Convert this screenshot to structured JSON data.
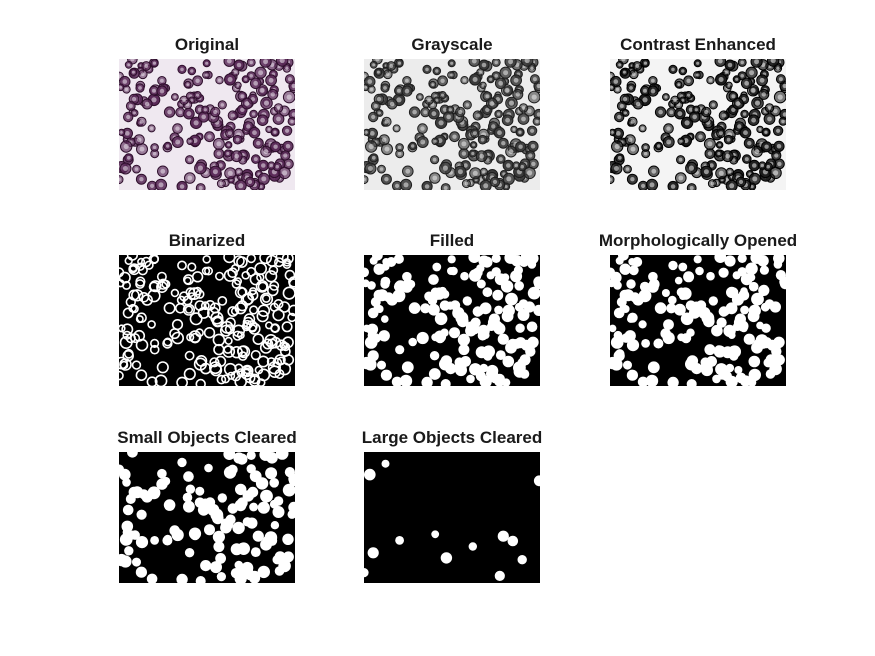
{
  "figure": {
    "panels": [
      {
        "title": "Original",
        "style": "purple-cells"
      },
      {
        "title": "Grayscale",
        "style": "gray-cells"
      },
      {
        "title": "Contrast Enhanced",
        "style": "contrast-cells"
      },
      {
        "title": "Binarized",
        "style": "binary-rings"
      },
      {
        "title": "Filled",
        "style": "binary-filled"
      },
      {
        "title": "Morphologically Opened",
        "style": "binary-opened"
      },
      {
        "title": "Small Objects Cleared",
        "style": "binary-small-cleared"
      },
      {
        "title": "Large Objects Cleared",
        "style": "binary-large-cleared"
      }
    ]
  },
  "colors": {
    "background": "#ffffff",
    "title_text": "#1a1a1a",
    "purple_bg": "#efe8f0",
    "purple_cell": "#5a2a58",
    "gray_bg": "#ececec",
    "gray_cell": "#3a3a3a"
  }
}
